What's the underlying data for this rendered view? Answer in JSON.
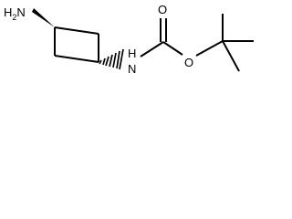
{
  "molecule": {
    "atoms": {
      "amine_label": "H2N",
      "carbamate_nh_label": "H",
      "carbamate_n_label": "N",
      "carbonyl_o_label": "O",
      "ester_o_label": "O"
    },
    "colors": {
      "bond": "#000000",
      "text": "#000000"
    }
  }
}
